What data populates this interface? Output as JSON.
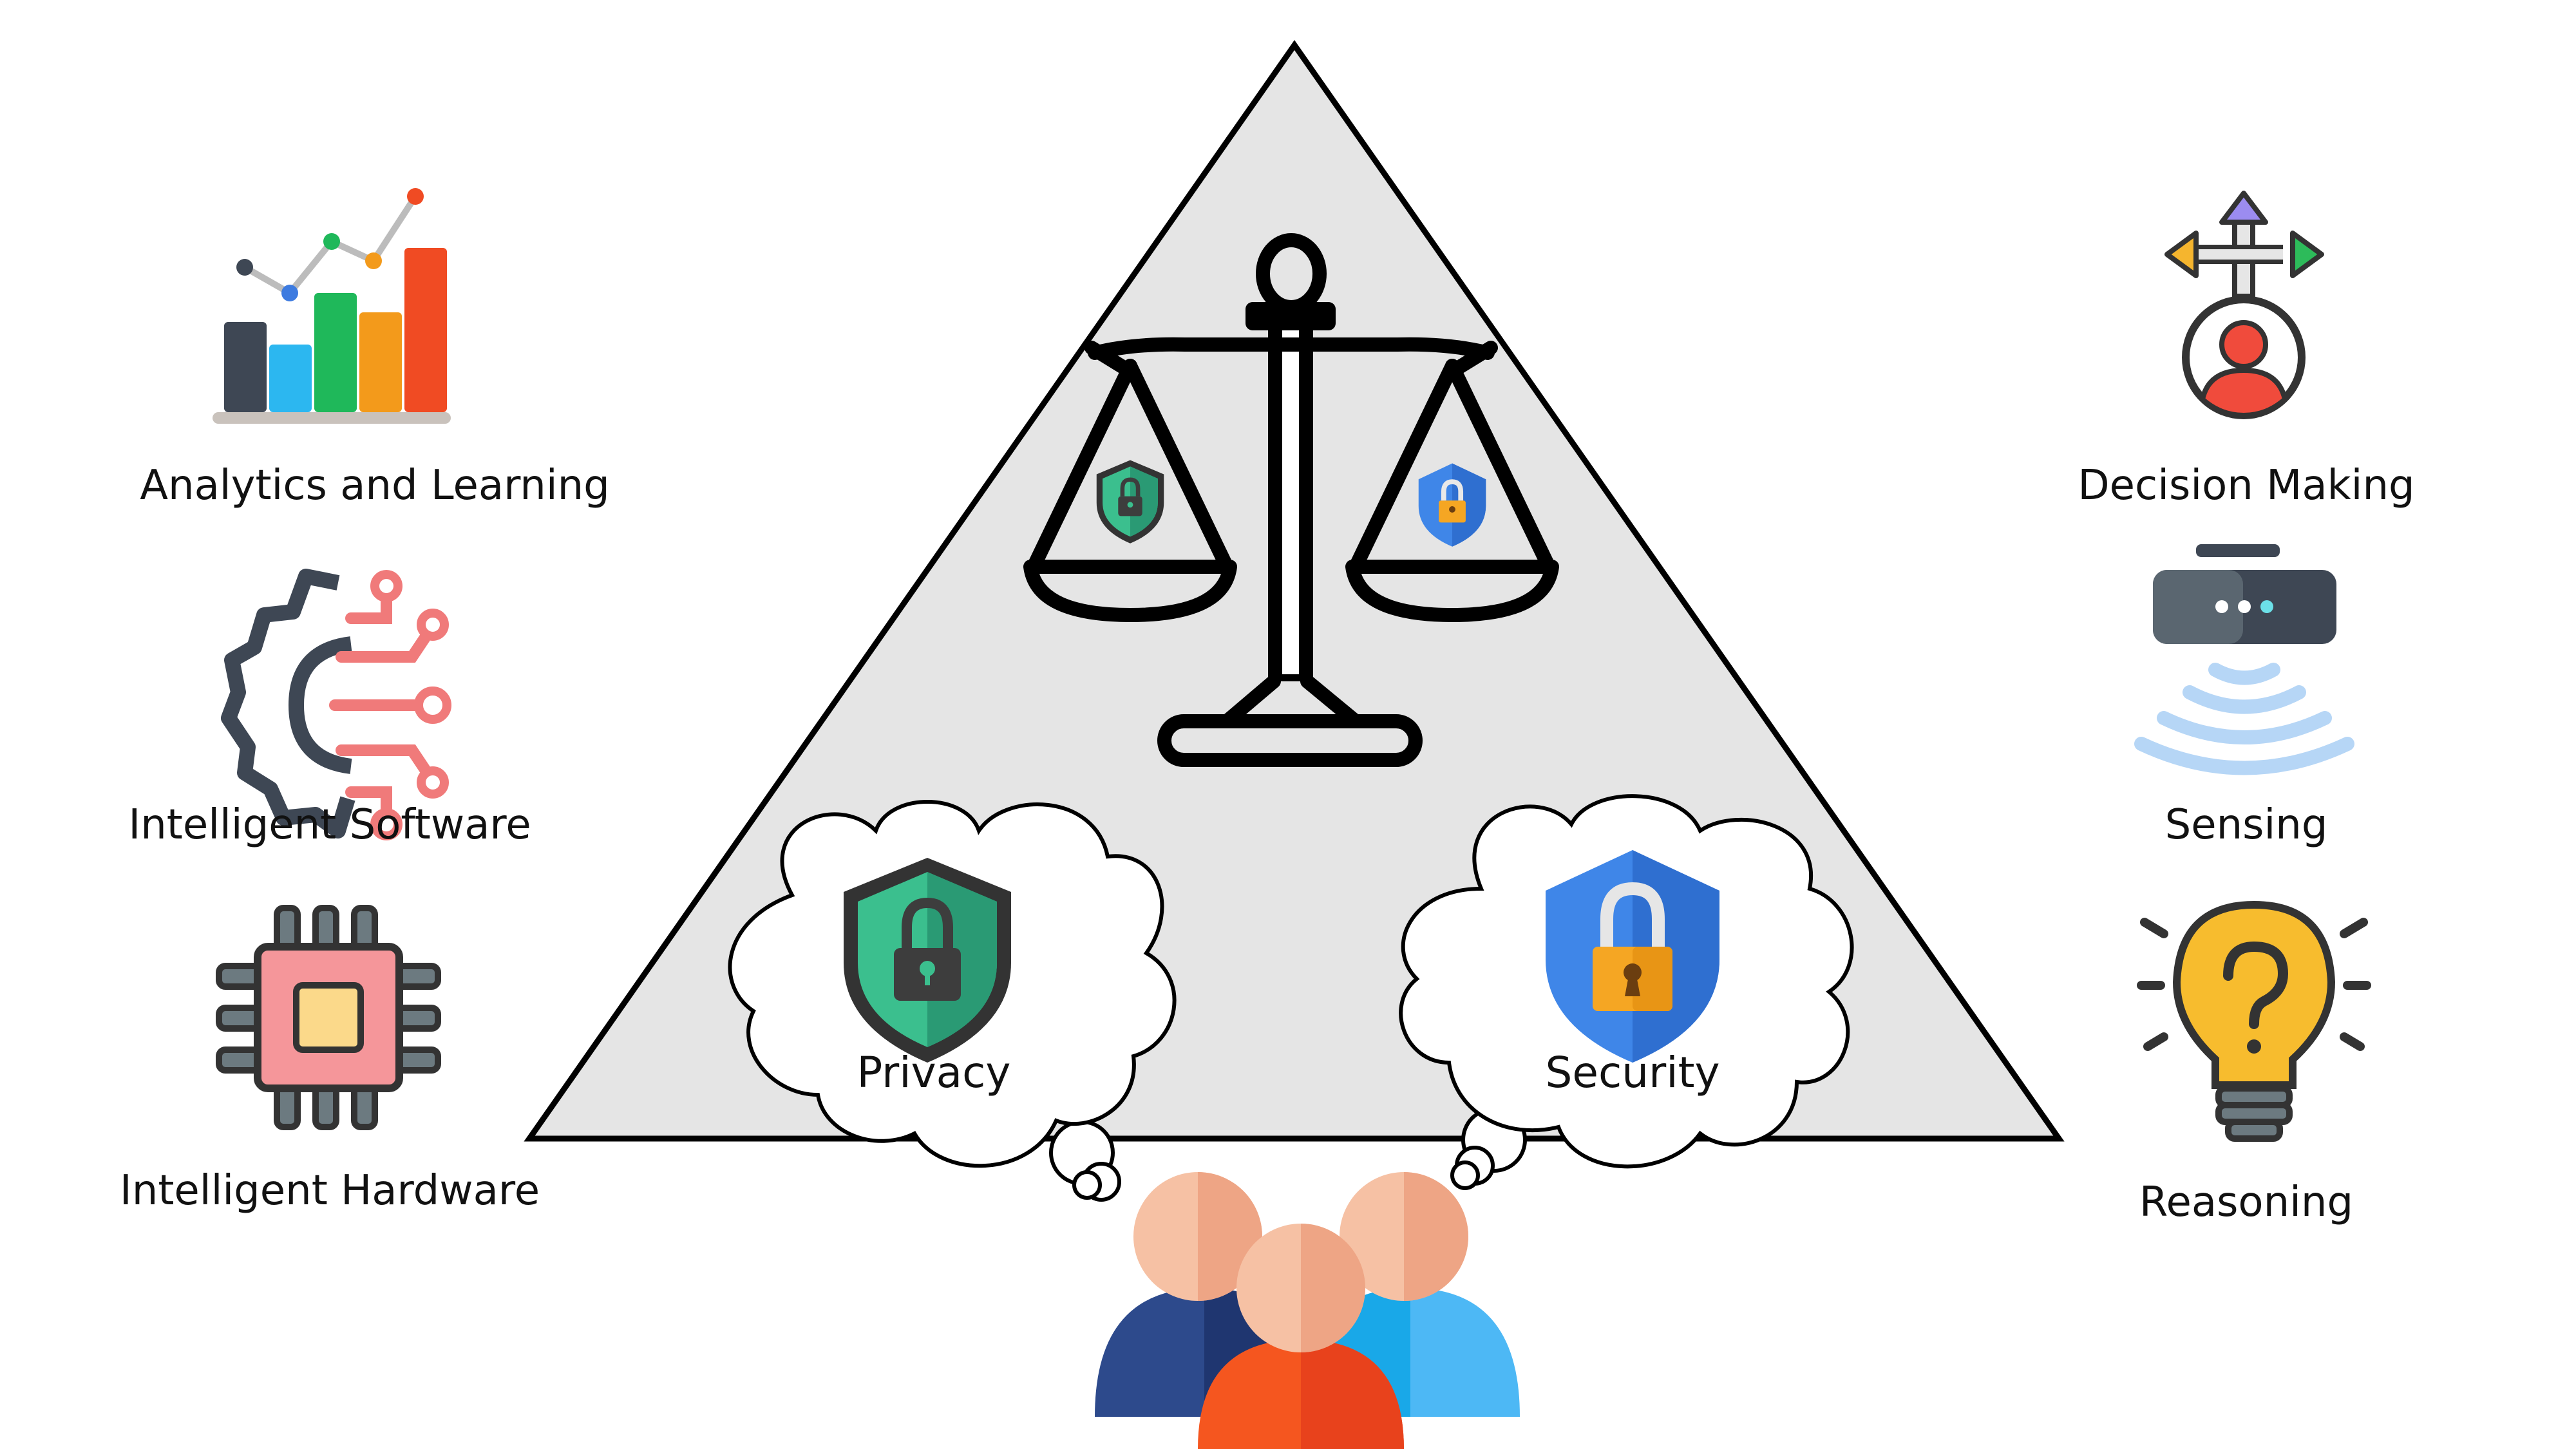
{
  "diagram": {
    "left_items": [
      {
        "label": "Analytics and Learning",
        "icon": "bar-chart-icon"
      },
      {
        "label": "Intelligent Software",
        "icon": "gear-circuit-icon"
      },
      {
        "label": "Intelligent Hardware",
        "icon": "microchip-icon"
      }
    ],
    "right_items": [
      {
        "label": "Decision Making",
        "icon": "decision-arrows-icon"
      },
      {
        "label": "Sensing",
        "icon": "wifi-sensor-icon"
      },
      {
        "label": "Reasoning",
        "icon": "lightbulb-question-icon"
      }
    ],
    "center": {
      "scale_icon": "balance-scale-icon",
      "bubbles": [
        {
          "label": "Privacy",
          "icon": "privacy-shield-icon"
        },
        {
          "label": "Security",
          "icon": "security-lock-icon"
        }
      ],
      "people_icon": "people-group-icon"
    },
    "colors": {
      "triangle_fill": "#e5e5e5",
      "privacy_green": "#3bbf8e",
      "security_blue": "#3f86e8",
      "lock_orange": "#f5a623"
    }
  }
}
